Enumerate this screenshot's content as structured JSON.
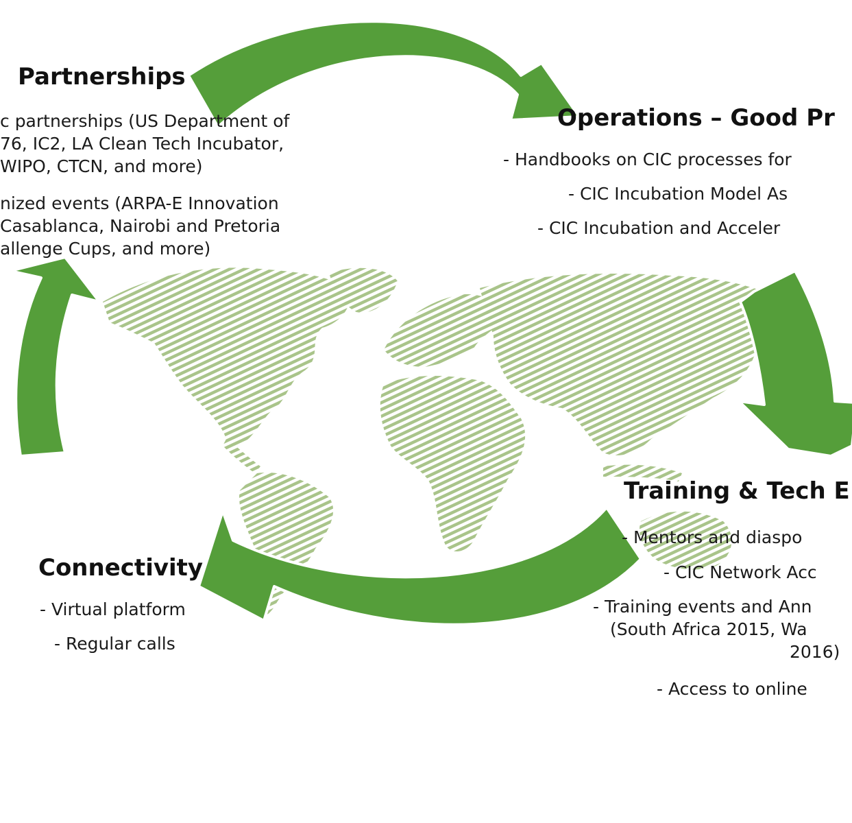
{
  "colors": {
    "arrow": "#559e3a",
    "arrow_shadow": "#3e7a28",
    "map_hatch": "#a9c48a"
  },
  "partnerships": {
    "title": "Partnerships",
    "lines": [
      "c partnerships (US Department of",
      "76, IC2, LA Clean Tech Incubator,",
      "WIPO, CTCN, and more)",
      "nized events (ARPA-E Innovation",
      "Casablanca, Nairobi and Pretoria",
      "allenge Cups, and more)"
    ]
  },
  "operations": {
    "title": "Operations – Good Pr",
    "lines": [
      "- Handbooks on CIC processes for",
      "- CIC Incubation Model As",
      "- CIC Incubation and Acceler"
    ]
  },
  "training": {
    "title": "Training & Tech E",
    "lines": [
      "- Mentors and diaspo",
      "- CIC Network Acc",
      "- Training events and Ann",
      "(South Africa 2015, Wa",
      "2016)",
      "- Access to online"
    ]
  },
  "connectivity": {
    "title": "Connectivity",
    "lines": [
      "- Virtual platform",
      "- Regular calls"
    ]
  }
}
